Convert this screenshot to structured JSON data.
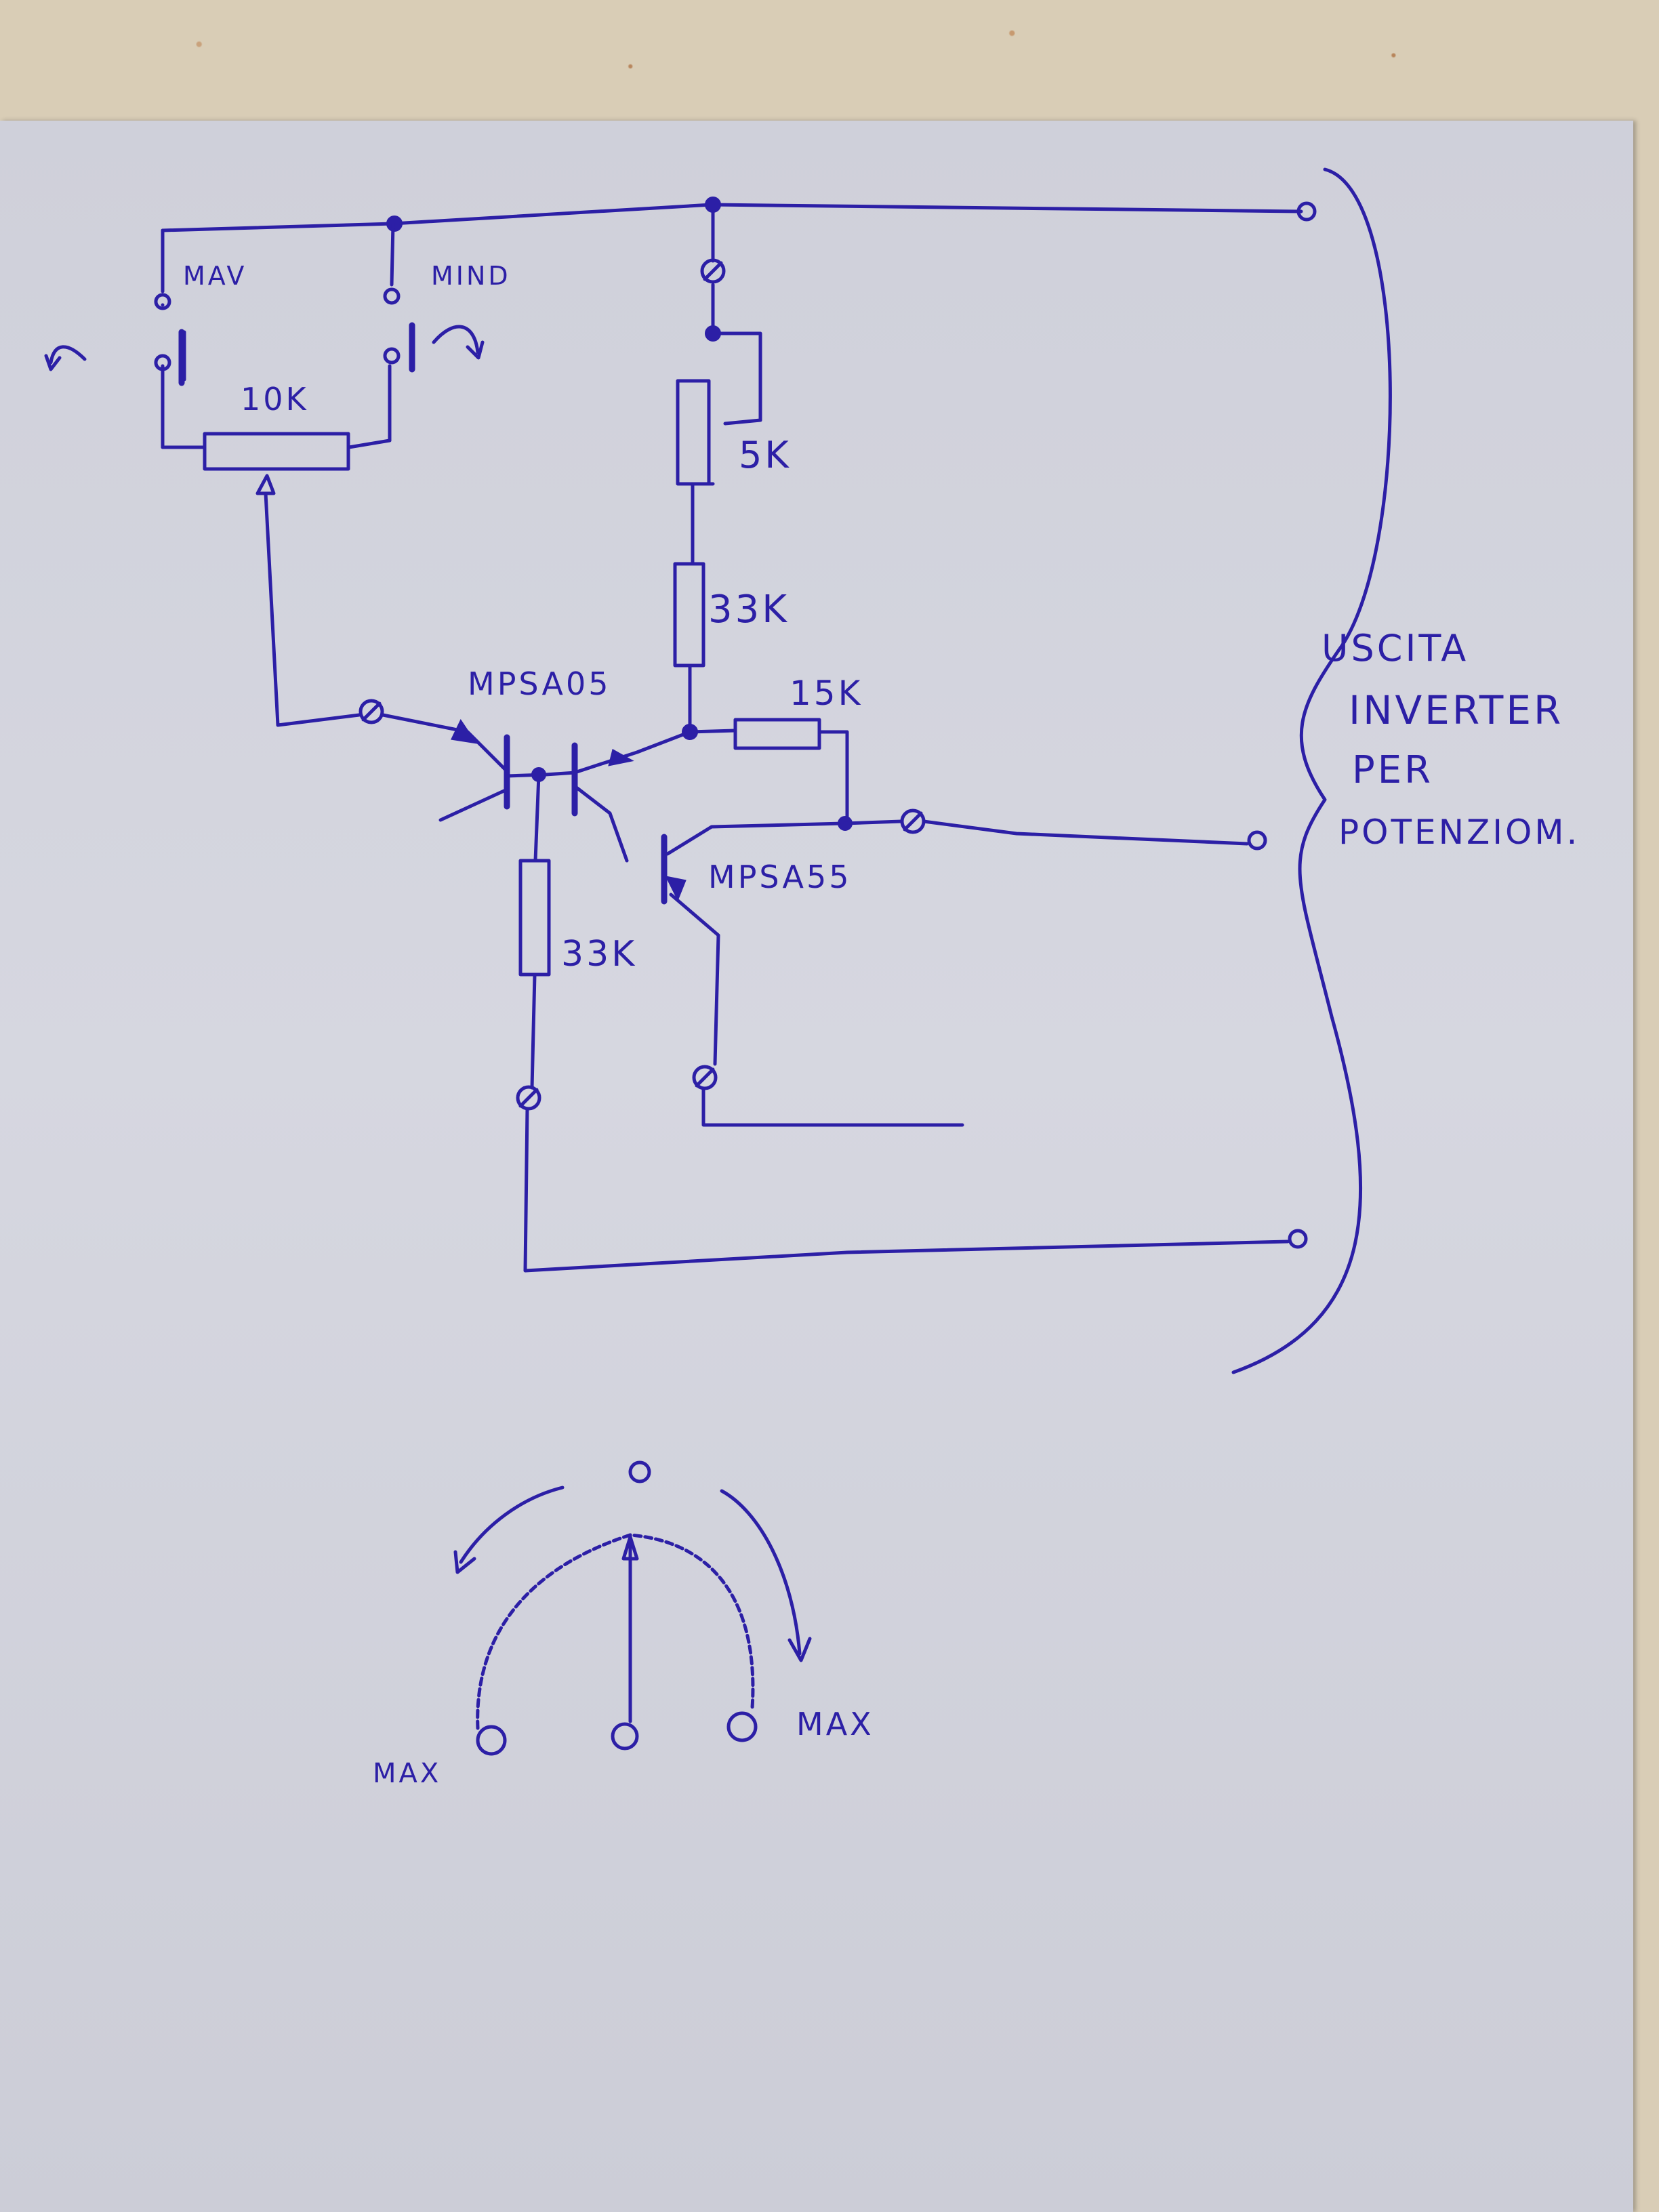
{
  "labels": {
    "switch_left": "MAV",
    "switch_right": "MIND",
    "pot_main": "10K",
    "trimmer": "5K",
    "resistor_top": "33K",
    "resistor_mid": "15K",
    "resistor_bottom": "33K",
    "transistor_npn": "MPSA05",
    "transistor_pnp": "MPSA55",
    "output_line1": "USCITA",
    "output_line2": "INVERTER",
    "output_line3": "PER",
    "output_line4": "POTENZIOM.",
    "dial_top": "0",
    "dial_left": "MAX",
    "dial_right": "MAX"
  },
  "colors": {
    "ink": "#2c1fa6",
    "paper": "#d3d4de",
    "background": "#d9cdb6"
  }
}
